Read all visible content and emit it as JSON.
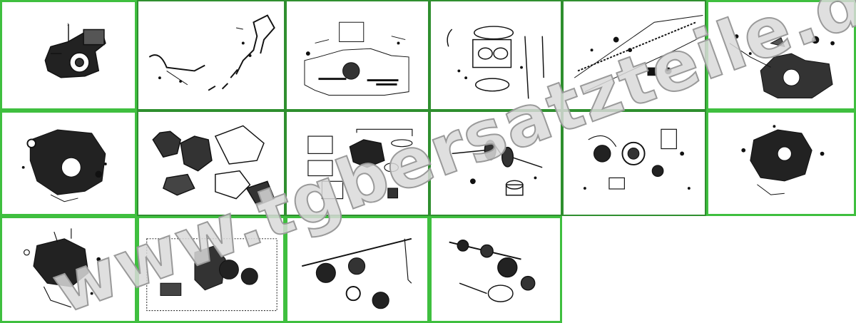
{
  "page": {
    "background": "#ffffff",
    "tile_border": "#2f8f2f",
    "tile_border_active": "#3fbf3f"
  },
  "watermark": {
    "text": "www.tgbersatzteile.de",
    "fill": "#d9d9d9",
    "stroke": "#9a9a9a"
  },
  "tiles": [
    {
      "name": "tile-engine-assembly",
      "icon": "engine-assembly-icon"
    },
    {
      "name": "tile-exhaust-intake",
      "icon": "exhaust-pipe-icon"
    },
    {
      "name": "tile-cylinder-head",
      "icon": "cylinder-head-icon"
    },
    {
      "name": "tile-cylinder",
      "icon": "cylinder-icon"
    },
    {
      "name": "tile-camshaft-chain",
      "icon": "cam-chain-icon"
    },
    {
      "name": "tile-crankcase-cover-right",
      "icon": "crankcase-cover-icon"
    },
    {
      "name": "tile-crankcase",
      "icon": "crankcase-icon"
    },
    {
      "name": "tile-covers-gaskets",
      "icon": "gasket-set-icon"
    },
    {
      "name": "tile-carburetor-piston",
      "icon": "carburetor-icon"
    },
    {
      "name": "tile-crankshaft",
      "icon": "crankshaft-icon"
    },
    {
      "name": "tile-starter-magneto",
      "icon": "starter-motor-icon"
    },
    {
      "name": "tile-crankcase-cover-left",
      "icon": "side-cover-icon"
    },
    {
      "name": "tile-oil-pump",
      "icon": "oil-pump-icon"
    },
    {
      "name": "tile-transmission",
      "icon": "transmission-icon"
    },
    {
      "name": "tile-clutch",
      "icon": "clutch-icon"
    },
    {
      "name": "tile-gear-shaft",
      "icon": "gear-shaft-icon"
    }
  ]
}
